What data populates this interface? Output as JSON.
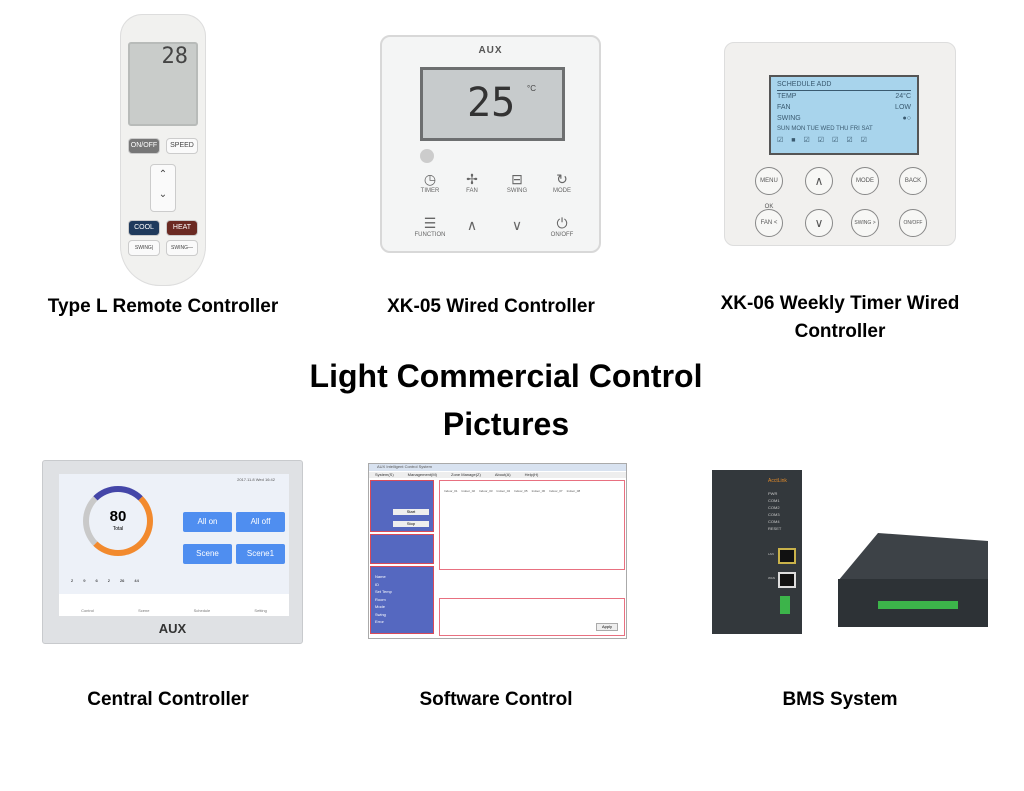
{
  "title": {
    "line1": "Light Commercial Control",
    "line2": "Pictures"
  },
  "products": [
    {
      "caption": "Type L Remote Controller",
      "device": {
        "temp": "28",
        "buttons": [
          "ON/OFF",
          "SPEED",
          "COOL",
          "HEAT",
          "SWING|",
          "SWING—"
        ]
      }
    },
    {
      "caption": "XK-05 Wired Controller",
      "device": {
        "brand": "AUX",
        "temp": "25",
        "unit": "°C",
        "buttons": [
          "TIMER",
          "FAN",
          "SWING",
          "MODE",
          "FUNCTION",
          "ON/OFF"
        ]
      }
    },
    {
      "caption_line1": "XK-06 Weekly Timer Wired",
      "caption_line2": "Controller",
      "device": {
        "screen_title": "SCHEDULE ADD",
        "rows": [
          {
            "label": "TEMP",
            "value": "24°C"
          },
          {
            "label": "FAN",
            "value": "LOW"
          },
          {
            "label": "SWING",
            "value": ""
          }
        ],
        "days": "SUN MON TUE WED THU FRI SAT",
        "buttons": [
          "MENU OK",
          "∧",
          "MODE",
          "BACK",
          "FAN <",
          "∨",
          "SWING >",
          "ON/OFF"
        ]
      }
    },
    {
      "caption": "Central Controller",
      "device": {
        "datetime": "2017.11.8 Wed 16:42",
        "total": "80",
        "total_label": "Total",
        "buttons": [
          "All on",
          "All off",
          "Scene",
          "Scene1"
        ],
        "stats": [
          "2",
          "9",
          "6",
          "2",
          "26",
          "44"
        ],
        "nav": [
          "Control",
          "Scene",
          "Schedule",
          "Setting"
        ],
        "brand": "AUX"
      }
    },
    {
      "caption": "Software Control",
      "device": {
        "window_title": "AUX Intelligent Control System",
        "menu": [
          "System(S)",
          "Management(M)",
          "Zone Manage(Z)",
          "About(A)",
          "Help(H)"
        ],
        "units": [
          "Indoor_01",
          "Indoor_02",
          "Indoor_03",
          "Indoor_04",
          "Indoor_05",
          "Indoor_06",
          "Indoor_07",
          "Indoor_08"
        ],
        "side_labels": [
          "Name",
          "ID",
          "Set Temp",
          "Room",
          "Mode",
          "Swing",
          "Error"
        ],
        "buttons": [
          "Start",
          "Stop",
          "Apply"
        ]
      }
    },
    {
      "caption": "BMS System",
      "device": {
        "brand": "AcctLink",
        "leds": [
          "PWR",
          "COM1",
          "COM2",
          "COM3",
          "COM4"
        ],
        "ports": [
          "LAN",
          "WAN"
        ],
        "reset": "RESET"
      }
    }
  ],
  "colors": {
    "accent_blue": "#4f8ef0",
    "panel_blue": "#5568c0",
    "ring_orange": "#f28a2e",
    "lcd_blue": "#a8d4ec"
  }
}
